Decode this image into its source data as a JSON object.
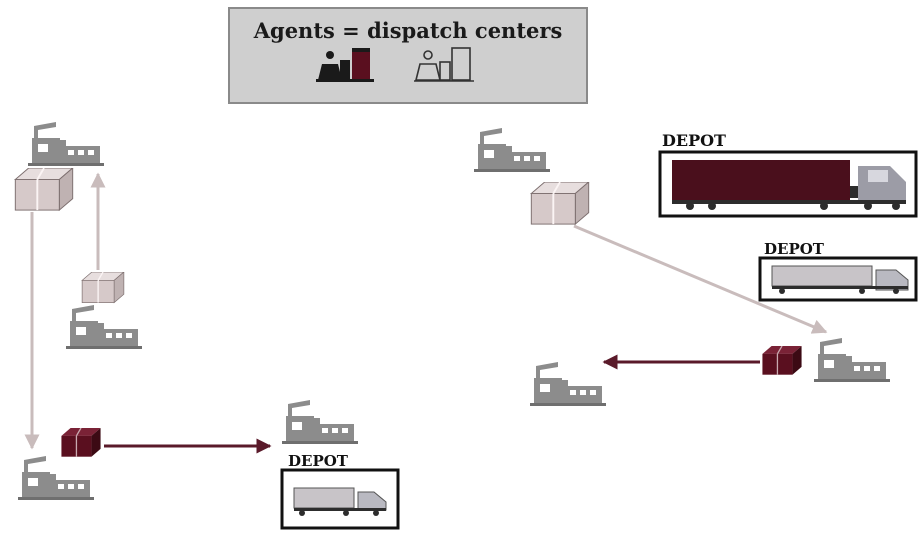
{
  "legend": {
    "title": "Agents = dispatch centers",
    "icons": [
      "agent-filled-icon",
      "agent-outline-icon"
    ]
  },
  "depots": [
    {
      "id": "depot-large",
      "label": "DEPOT",
      "vehicle": "truck-large-icon"
    },
    {
      "id": "depot-medium",
      "label": "DEPOT",
      "vehicle": "truck-medium-icon"
    },
    {
      "id": "depot-small",
      "label": "DEPOT",
      "vehicle": "truck-small-icon"
    }
  ],
  "colors": {
    "background": "#ffffff",
    "legend_fill": "#cfcfcf",
    "legend_border": "#8a8a8a",
    "factory": "#8c8c8c",
    "box_light": "#d6c9c9",
    "box_dark": "#5a0f1f",
    "arrow_light": "#c9bcbc",
    "arrow_dark": "#5a1a2a",
    "trailer_dark": "#4a0f1c",
    "trailer_light": "#c8c4c8",
    "cab_light": "#b9b9c1"
  },
  "icons": {
    "factory": "factory-icon",
    "package": "package-icon",
    "truck": "truck-icon"
  }
}
